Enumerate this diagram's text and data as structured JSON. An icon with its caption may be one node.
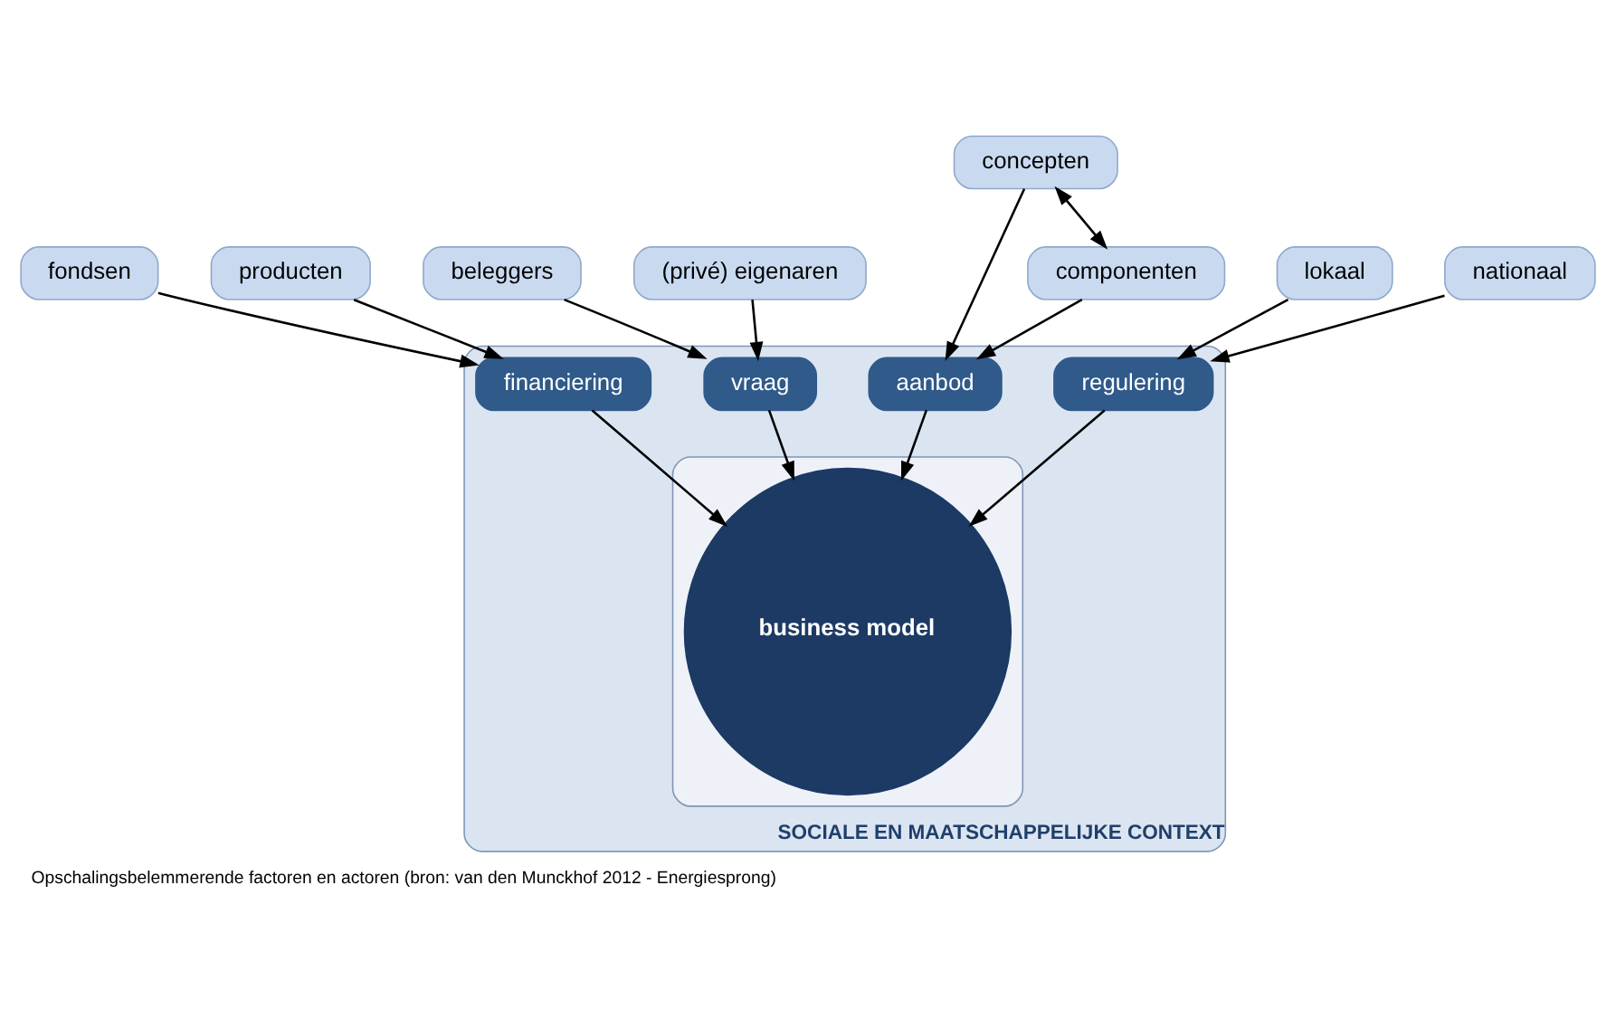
{
  "diagram": {
    "caption": "Opschalingsbelemmerende factoren en actoren (bron: van den Munckhof 2012 - Energiesprong)",
    "nodes": [
      {
        "text": [
          "SOCIALE EN MAATSCHAPPELIJKE CONTEXT"
        ]
      },
      {
        "text": [
          "fondsen"
        ]
      },
      {
        "text": [
          "producten"
        ]
      },
      {
        "text": [
          "financiering"
        ],
        "in": 0
      },
      {
        "text": [
          "beleggers"
        ]
      },
      {
        "text": [
          "concepten"
        ]
      },
      {
        "text": [],
        "shape": "ellipse",
        "in": 0
      },
      {
        "text": [
          "vraag"
        ],
        "in": 0
      },
      {
        "text": [
          "business model"
        ],
        "in": 6
      },
      {
        "text": [
          "aanbod"
        ],
        "in": 0
      },
      {
        "text": [
          "(privé) eigenaren"
        ]
      },
      {
        "text": [
          "componenten"
        ]
      },
      {
        "text": [
          "regulering"
        ],
        "in": 0
      },
      {
        "text": [
          "lokaal"
        ]
      },
      {
        "text": [
          "nationaal"
        ]
      }
    ],
    "edges": [
      {
        "from": 1,
        "to": 3,
        "arrow": "to"
      },
      {
        "from": 2,
        "to": 3,
        "arrow": "to"
      },
      {
        "from": 3,
        "to": 8,
        "arrow": "to"
      },
      {
        "from": 4,
        "to": 7,
        "arrow": "to"
      },
      {
        "from": 10,
        "to": 7,
        "arrow": "to"
      },
      {
        "from": 7,
        "to": 8,
        "arrow": "to"
      },
      {
        "from": 9,
        "to": 8,
        "arrow": "to"
      },
      {
        "from": 5,
        "to": 9,
        "arrow": "to"
      },
      {
        "from": 11,
        "to": 9,
        "arrow": "to"
      },
      {
        "from": 5,
        "to": 11,
        "arrow": "both"
      },
      {
        "from": 12,
        "to": 8,
        "arrow": "to"
      },
      {
        "from": 13,
        "to": 12,
        "arrow": "to"
      },
      {
        "from": 14,
        "to": 12,
        "arrow": "to"
      }
    ]
  }
}
